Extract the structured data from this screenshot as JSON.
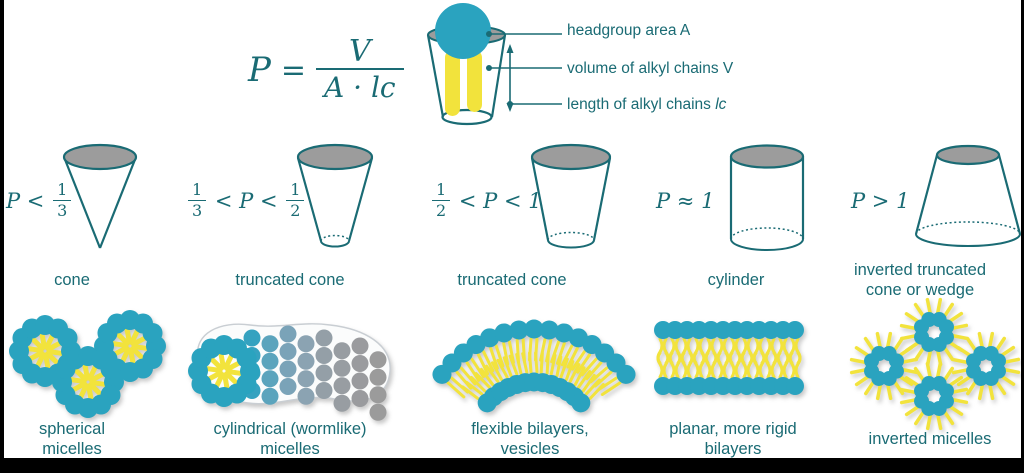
{
  "colors": {
    "teal_dark": "#1A6B74",
    "teal": "#2AA3BF",
    "yellow": "#F2E33C",
    "gray": "#9C9C9C",
    "worm_fade": [
      "#35A2C0",
      "#5BA4BD",
      "#7AA3B8",
      "#8BA3B2",
      "#949FA7",
      "#989DA2",
      "#9A9B9E",
      "#9B9B9B"
    ]
  },
  "main_formula": {
    "lhs": "P",
    "eq": "=",
    "num": "V",
    "den": "A · lc"
  },
  "molecule_legend": [
    {
      "text": "headgroup area A",
      "em": ""
    },
    {
      "text": "volume of alkyl chains V",
      "em": ""
    },
    {
      "text": "length of alkyl chains ",
      "em": "lc"
    }
  ],
  "columns": [
    {
      "condition": [
        {
          "t": "P < "
        },
        {
          "n": "1",
          "d": "3"
        }
      ],
      "shape_label": "cone",
      "aggregate_label": "spherical\nmicelles"
    },
    {
      "condition": [
        {
          "n": "1",
          "d": "3"
        },
        {
          "t": " < P < "
        },
        {
          "n": "1",
          "d": "2"
        }
      ],
      "shape_label": "truncated cone",
      "aggregate_label": "cylindrical (wormlike)\nmicelles"
    },
    {
      "condition": [
        {
          "n": "1",
          "d": "2"
        },
        {
          "t": " < P < 1"
        }
      ],
      "shape_label": "truncated cone",
      "aggregate_label": "flexible bilayers,\nvesicles"
    },
    {
      "condition": [
        {
          "t": "P ≈ 1"
        }
      ],
      "shape_label": "cylinder",
      "aggregate_label": "planar, more rigid\nbilayers"
    },
    {
      "condition": [
        {
          "t": "P > 1"
        }
      ],
      "shape_label": "inverted truncated\ncone or wedge",
      "aggregate_label": "inverted micelles"
    }
  ]
}
